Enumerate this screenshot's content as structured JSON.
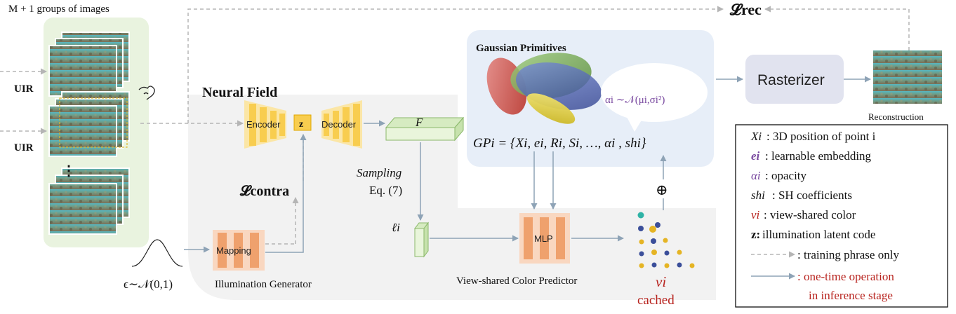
{
  "header": {
    "groups_label": "M + 1 groups of images",
    "loss_rec": "𝓛rec"
  },
  "inputs": {
    "uir_top": "UIR",
    "uir_bottom": "UIR",
    "ellipsis": "⋮"
  },
  "neural_field": {
    "title": "Neural Field",
    "encoder": "Encoder",
    "latent": "z",
    "decoder": "Decoder",
    "feature": "F",
    "sampling": "Sampling",
    "eq": "Eq. (7)",
    "ell": "ℓi",
    "loss_contra": "𝓛contra",
    "mapping": "Mapping",
    "illum_gen": "Illumination Generator",
    "noise": "ϵ∼𝒩(0,1)"
  },
  "gaussian": {
    "title": "Gaussian Primitives",
    "alpha_dist": "αi ∼𝒩(μi,σi²)",
    "gp_formula": "GPi = {Xi, ei, Ri, Si, …, αi , shi}"
  },
  "predictor": {
    "mlp": "MLP",
    "label": "View-shared Color Predictor",
    "v": "vi",
    "cached": "cached",
    "oplus": "⊕"
  },
  "renderer": {
    "rasterizer": "Rasterizer",
    "reconstruction": "Reconstruction"
  },
  "legend": {
    "items": [
      {
        "sym": "Xi",
        "text": " : 3D position of point i"
      },
      {
        "sym": "ei",
        "text": " : learnable embedding"
      },
      {
        "sym": "αi",
        "text": " : opacity"
      },
      {
        "sym": "shi",
        "text": " : SH coefficients"
      },
      {
        "sym": "vi",
        "text": ": view-shared color"
      },
      {
        "sym": "z:",
        "text": "  illumination latent code"
      }
    ],
    "dashed_text": ": training phrase only",
    "solid_text_1": ": one-time operation",
    "solid_text_2": "in inference stage"
  },
  "colors": {
    "panel_green": "#e9f3df",
    "panel_gray": "#f2f2f2",
    "panel_blue": "#e7eef8",
    "block_yellow": "#f8cd4f",
    "block_orange": "#efa16d",
    "arrow_gray": "#b5b5b5",
    "arrow_blue": "#8ea3b6",
    "purple": "#7a4aa0",
    "red": "#b8241f"
  }
}
